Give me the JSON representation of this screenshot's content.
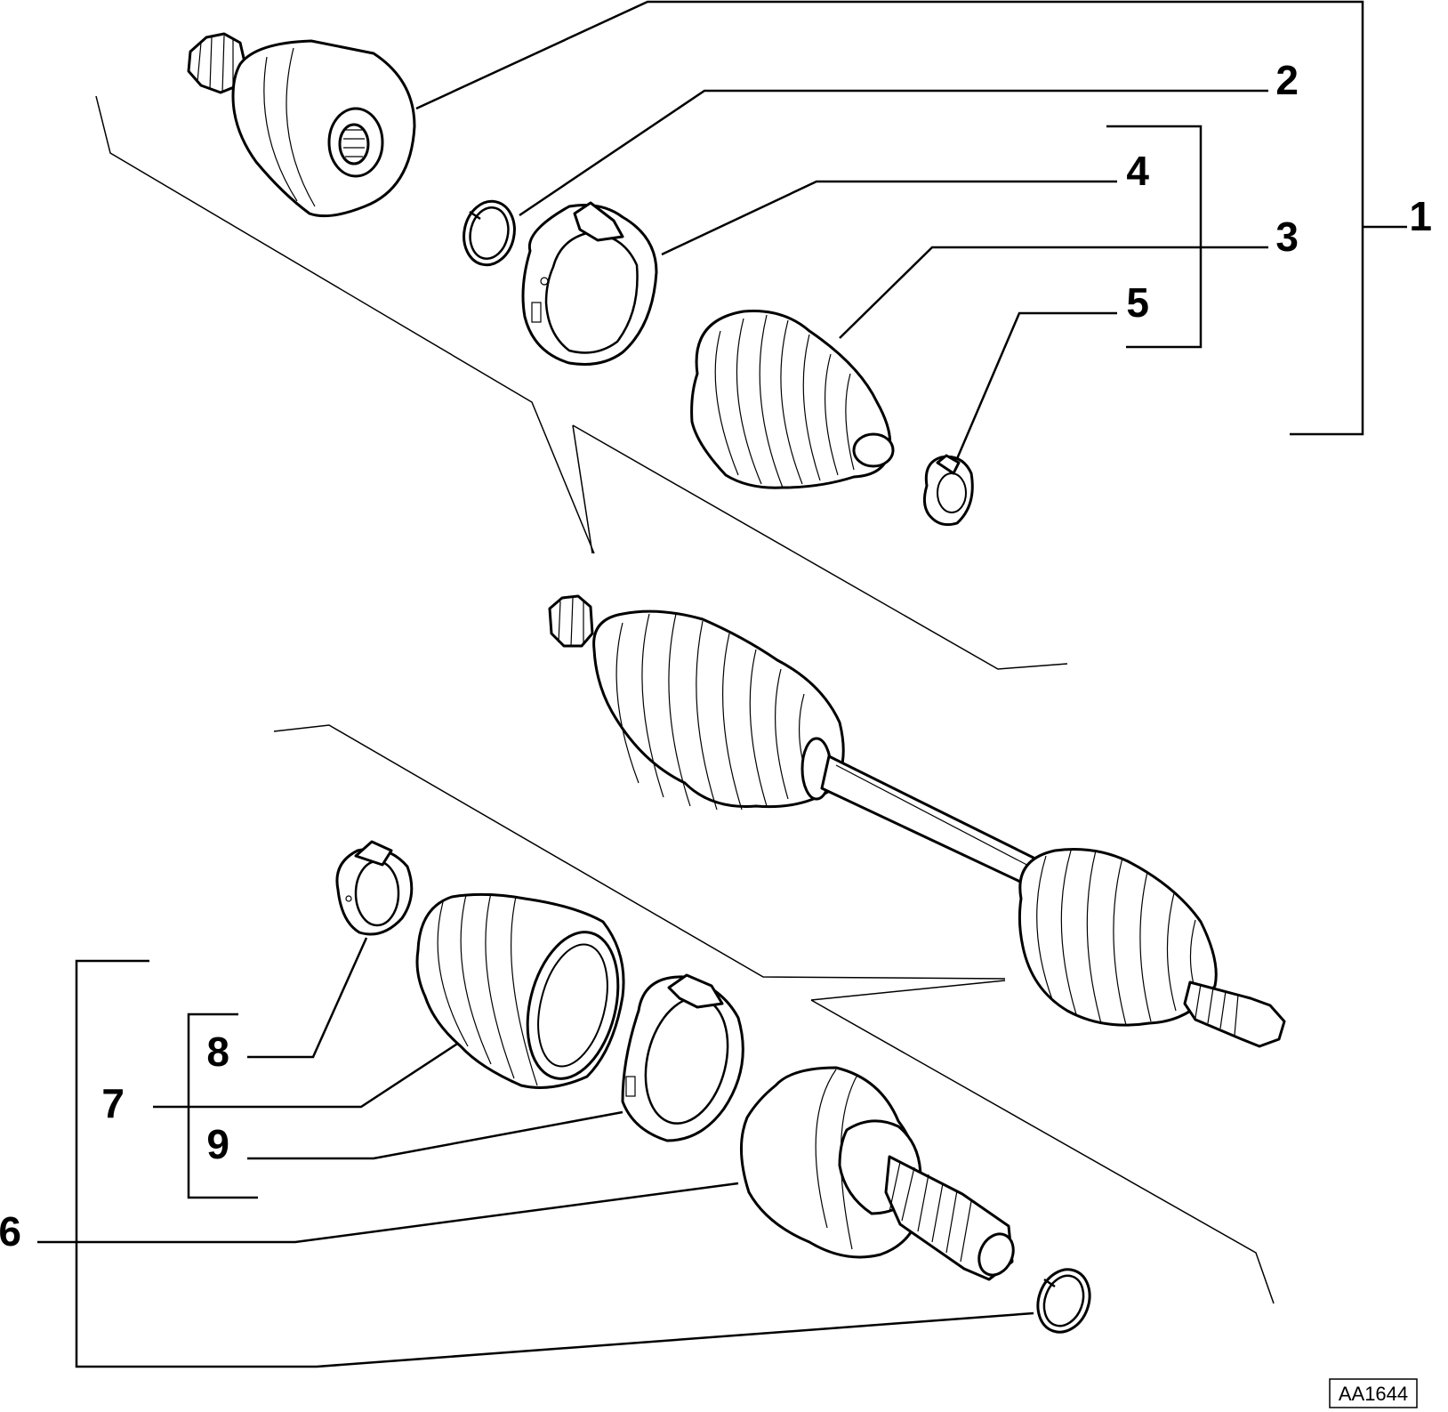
{
  "callouts": [
    {
      "id": "1",
      "label": "1"
    },
    {
      "id": "2",
      "label": "2"
    },
    {
      "id": "3",
      "label": "3"
    },
    {
      "id": "4",
      "label": "4"
    },
    {
      "id": "5",
      "label": "5"
    },
    {
      "id": "6",
      "label": "6"
    },
    {
      "id": "7",
      "label": "7"
    },
    {
      "id": "8",
      "label": "8"
    },
    {
      "id": "9",
      "label": "9"
    }
  ],
  "reference_code": "AA1644"
}
